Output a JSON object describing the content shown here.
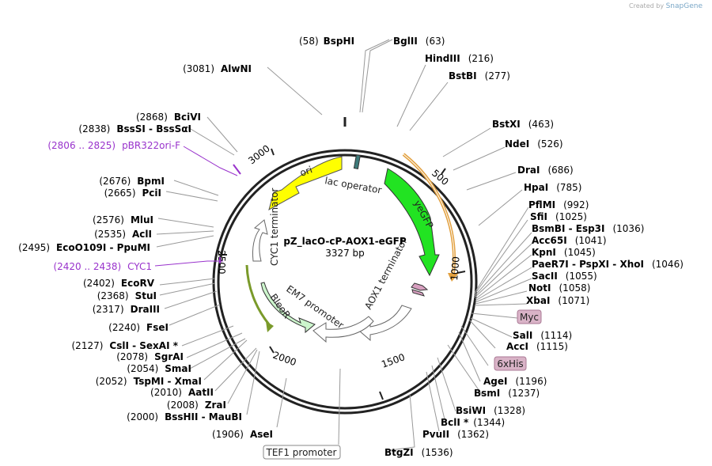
{
  "credit": {
    "prefix": "Created by",
    "brand": "SnapGene"
  },
  "plasmid": {
    "name": "pZ_lacO-cP-AOX1-eGFP",
    "size": "3327 bp"
  },
  "features": {
    "ori": "ori",
    "lac_operator": "lac operator",
    "yegfp": "yeGFP",
    "aox1_terminator": "AOX1 terminator",
    "cyc1_terminator": "CYC1 terminator",
    "em7_promoter": "EM7 promoter",
    "bleor": "BleoR",
    "tef1_promoter": "TEF1 promoter",
    "myc": "Myc",
    "his": "6xHis"
  },
  "ticks": [
    "500",
    "1000",
    "1500",
    "2000",
    "2500",
    "3000"
  ],
  "primers": [
    {
      "pos": "(2806 .. 2825)",
      "name": "pBR322ori-F"
    },
    {
      "pos": "(2420 .. 2438)",
      "name": "CYC1"
    }
  ],
  "sites_right": [
    {
      "name": "BspHI",
      "pos": "(58)"
    },
    {
      "name": "BglII",
      "pos": "(63)"
    },
    {
      "name": "HindIII",
      "pos": "(216)"
    },
    {
      "name": "BstBI",
      "pos": "(277)"
    },
    {
      "name": "BstXI",
      "pos": "(463)"
    },
    {
      "name": "NdeI",
      "pos": "(526)"
    },
    {
      "name": "DraI",
      "pos": "(686)"
    },
    {
      "name": "HpaI",
      "pos": "(785)"
    },
    {
      "name": "PflMI",
      "pos": "(992)"
    },
    {
      "name": "SfiI",
      "pos": "(1025)"
    },
    {
      "name": "BsmBI - Esp3I",
      "pos": "(1036)"
    },
    {
      "name": "Acc65I",
      "pos": "(1041)"
    },
    {
      "name": "KpnI",
      "pos": "(1045)"
    },
    {
      "name": "PaeR7I - PspXI - XhoI",
      "pos": "(1046)"
    },
    {
      "name": "SacII",
      "pos": "(1055)"
    },
    {
      "name": "NotI",
      "pos": "(1058)"
    },
    {
      "name": "XbaI",
      "pos": "(1071)"
    },
    {
      "name": "SalI",
      "pos": "(1114)"
    },
    {
      "name": "AccI",
      "pos": "(1115)"
    },
    {
      "name": "AgeI",
      "pos": "(1196)"
    },
    {
      "name": "BsmI",
      "pos": "(1237)"
    },
    {
      "name": "BsiWI",
      "pos": "(1328)"
    },
    {
      "name": "BclI *",
      "pos": "(1344)"
    },
    {
      "name": "PvuII",
      "pos": "(1362)"
    },
    {
      "name": "BtgZI",
      "pos": "(1536)"
    }
  ],
  "sites_left": [
    {
      "name": "AlwNI",
      "pos": "(3081)"
    },
    {
      "name": "BciVI",
      "pos": "(2868)"
    },
    {
      "name": "BssSI - BssSαI",
      "pos": "(2838)"
    },
    {
      "name": "BpmI",
      "pos": "(2676)"
    },
    {
      "name": "PciI",
      "pos": "(2665)"
    },
    {
      "name": "MluI",
      "pos": "(2576)"
    },
    {
      "name": "AclI",
      "pos": "(2535)"
    },
    {
      "name": "EcoO109I - PpuMI",
      "pos": "(2495)"
    },
    {
      "name": "EcoRV",
      "pos": "(2402)"
    },
    {
      "name": "StuI",
      "pos": "(2368)"
    },
    {
      "name": "DraIII",
      "pos": "(2317)"
    },
    {
      "name": "FseI",
      "pos": "(2240)"
    },
    {
      "name": "CslI - SexAI *",
      "pos": "(2127)"
    },
    {
      "name": "SgrAI",
      "pos": "(2078)"
    },
    {
      "name": "SmaI",
      "pos": "(2054)"
    },
    {
      "name": "TspMI - XmaI",
      "pos": "(2052)"
    },
    {
      "name": "AatII",
      "pos": "(2010)"
    },
    {
      "name": "ZraI",
      "pos": "(2008)"
    },
    {
      "name": "BssHII - MauBI",
      "pos": "(2000)"
    },
    {
      "name": "AseI",
      "pos": "(1906)"
    }
  ],
  "colors": {
    "ori": "#ffff00",
    "gfp": "#22e322",
    "bleor": "#ccf5cc",
    "lacop": "#3d7a7a",
    "aox1": "#d79fbf",
    "orange": "#e2a03f",
    "olive": "#7a9a2a",
    "primer": "#9933cc"
  }
}
